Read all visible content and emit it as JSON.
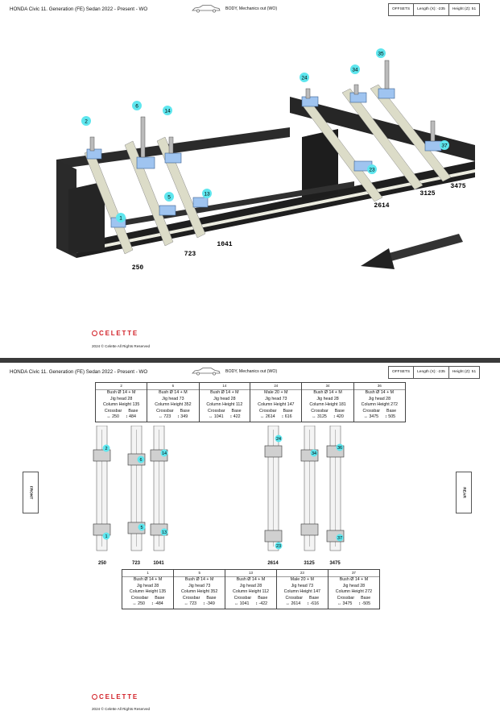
{
  "header": {
    "title": "HONDA Civic 11. Generation (FE) Sedan 2022 - Present - WO",
    "body_state": "BODY, Mechanics out (WO)",
    "offsets_label": "OFFSETS",
    "length_offset": "Length (X): -235",
    "height_offset": "Height (Z): 51",
    "car_icon": "car-outline-icon"
  },
  "figure_3d": {
    "markers": [
      "1",
      "2",
      "5",
      "6",
      "13",
      "14",
      "23",
      "24",
      "34",
      "35",
      "37"
    ],
    "positions": [
      "250",
      "723",
      "1041",
      "2614",
      "3125",
      "3475"
    ],
    "direction": "front-arrow-icon"
  },
  "plan": {
    "front_label": "FRONT",
    "rear_label": "REAR",
    "positions": [
      "250",
      "723",
      "1041",
      "2614",
      "3125",
      "3475"
    ],
    "markers": [
      "1",
      "2",
      "5",
      "6",
      "13",
      "14",
      "23",
      "24",
      "34",
      "36",
      "37"
    ]
  },
  "top_row": [
    {
      "num": "2",
      "part": "Bush Ø 14 + M",
      "jig": "Jig head 28",
      "column": "Column Height 135",
      "cross_label": "Crossbar",
      "base_label": "Base",
      "crossbar": "↔ 250",
      "base": "↕ 484"
    },
    {
      "num": "6",
      "part": "Bush Ø 14 + M",
      "jig": "Jig head 73",
      "column": "Column Height 352",
      "cross_label": "Crossbar",
      "base_label": "Base",
      "crossbar": "↔ 723",
      "base": "↕ 349"
    },
    {
      "num": "14",
      "part": "Bush Ø 14 + M",
      "jig": "Jig head 28",
      "column": "Column Height 112",
      "cross_label": "Crossbar",
      "base_label": "Base",
      "crossbar": "↔ 1041",
      "base": "↕ 422"
    },
    {
      "num": "24",
      "part": "Male 20 + M",
      "jig": "Jig head 73",
      "column": "Column Height 147",
      "cross_label": "Crossbar",
      "base_label": "Base",
      "crossbar": "↔ 2614",
      "base": "↕ 616"
    },
    {
      "num": "34",
      "part": "Bush Ø 14 + M",
      "jig": "Jig head 28",
      "column": "Column Height 181",
      "cross_label": "Crossbar",
      "base_label": "Base",
      "crossbar": "↔ 3125",
      "base": "↕ 420"
    },
    {
      "num": "36",
      "part": "Bush Ø 14 + M",
      "jig": "Jig head 28",
      "column": "Column Height 272",
      "cross_label": "Crossbar",
      "base_label": "Base",
      "crossbar": "↔ 3475",
      "base": "↕ 505"
    }
  ],
  "bottom_row": [
    {
      "num": "1",
      "part": "Bush Ø 14 + M",
      "jig": "Jig head 28",
      "column": "Column Height 135",
      "cross_label": "Crossbar",
      "base_label": "Base",
      "crossbar": "↔ 250",
      "base": "↕ -484"
    },
    {
      "num": "5",
      "part": "Bush Ø 14 + M",
      "jig": "Jig head 73",
      "column": "Column Height 352",
      "cross_label": "Crossbar",
      "base_label": "Base",
      "crossbar": "↔ 723",
      "base": "↕ -349"
    },
    {
      "num": "13",
      "part": "Bush Ø 14 + M",
      "jig": "Jig head 28",
      "column": "Column Height 112",
      "cross_label": "Crossbar",
      "base_label": "Base",
      "crossbar": "↔ 1041",
      "base": "↕ -422"
    },
    {
      "num": "23",
      "part": "Male 20 + M",
      "jig": "Jig head 73",
      "column": "Column Height 147",
      "cross_label": "Crossbar",
      "base_label": "Base",
      "crossbar": "↔ 2614",
      "base": "↕ -616"
    },
    {
      "num": "37",
      "part": "Bush Ø 14 + M",
      "jig": "Jig head 28",
      "column": "Column Height 272",
      "cross_label": "Crossbar",
      "base_label": "Base",
      "crossbar": "↔ 3475",
      "base": "↕ -505"
    }
  ],
  "footer": {
    "logo_text": "CELETTE",
    "copyright": "2024 © Celette All Rights Reserved"
  },
  "colors": {
    "marker": "#5ee6ee",
    "fixture_blue": "#9fc4f0",
    "rail": "#dcdcc8",
    "frame": "#222222",
    "logo": "#d21f26"
  }
}
